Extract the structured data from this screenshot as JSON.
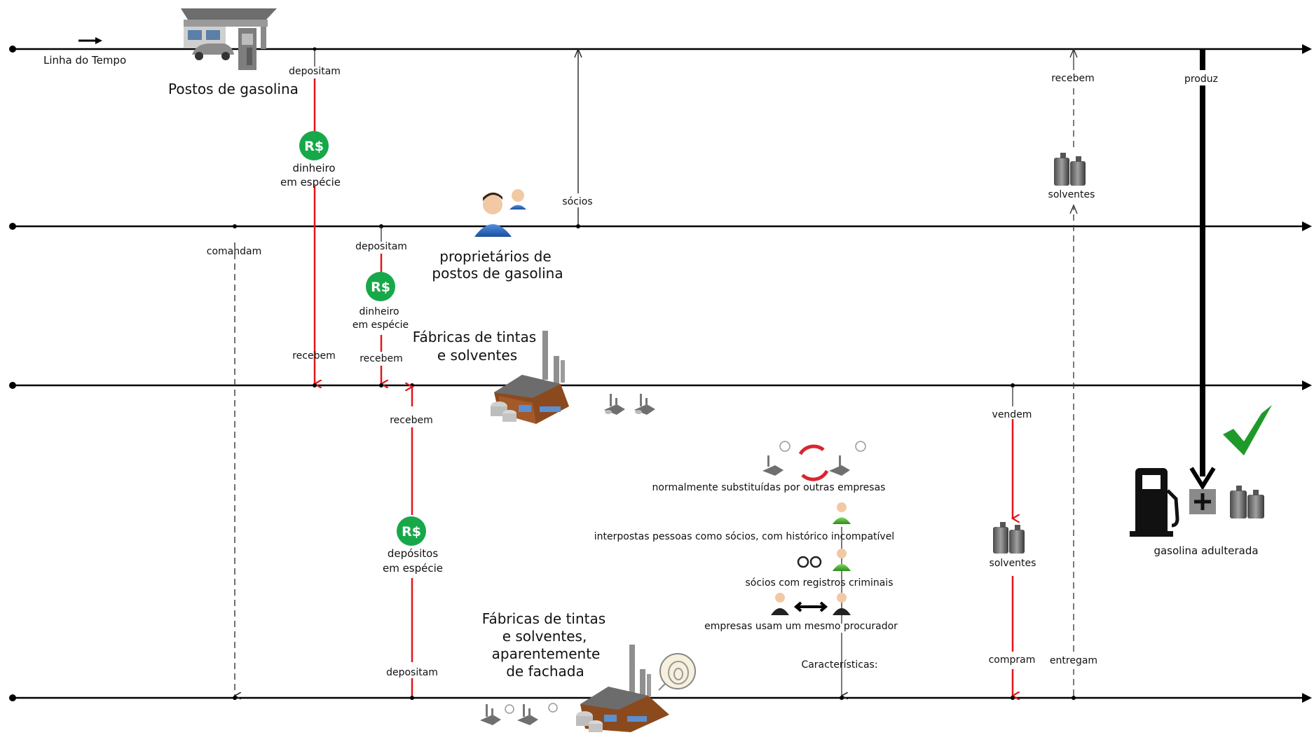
{
  "timeline": {
    "label": "Linha do Tempo"
  },
  "entities": {
    "gas_stations": "Postos de gasolina",
    "owners_line1": "proprietários de",
    "owners_line2": "postos de gasolina",
    "factories_line1": "Fábricas de tintas",
    "factories_line2": "e solventes",
    "shell_line1": "Fábricas de tintas",
    "shell_line2": "e solventes,",
    "shell_line3": "aparentemente",
    "shell_line4": "de fachada",
    "adulterated": "gasolina adulterada"
  },
  "money": {
    "cash1_line1": "dinheiro",
    "cash1_line2": "em espécie",
    "cash2_line1": "dinheiro",
    "cash2_line2": "em espécie",
    "deposits_line1": "depósitos",
    "deposits_line2": "em espécie",
    "symbol": "R$"
  },
  "relations": {
    "depositam1": "depositam",
    "depositam2": "depositam",
    "depositam3": "depositam",
    "recebem1": "recebem",
    "recebem2": "recebem",
    "recebem3": "recebem",
    "recebem4": "recebem",
    "socios": "sócios",
    "comandam": "comandam",
    "vendem": "vendem",
    "compram": "compram",
    "entregam": "entregam",
    "produz": "produz"
  },
  "solvents": {
    "label_top": "solventes",
    "label_mid": "solventes"
  },
  "characteristics": {
    "title": "Características:",
    "item1": "normalmente substituídas por outras empresas",
    "item2": "interpostas pessoas como sócios, com histórico incompatível",
    "item3": "sócios com registros criminais",
    "item4": "empresas usam um mesmo procurador"
  },
  "colors": {
    "line": "#000000",
    "money_arrow": "#e0161b",
    "money_badge": "#17a84a",
    "check": "#1f9a2a",
    "dashed": "#333333"
  }
}
